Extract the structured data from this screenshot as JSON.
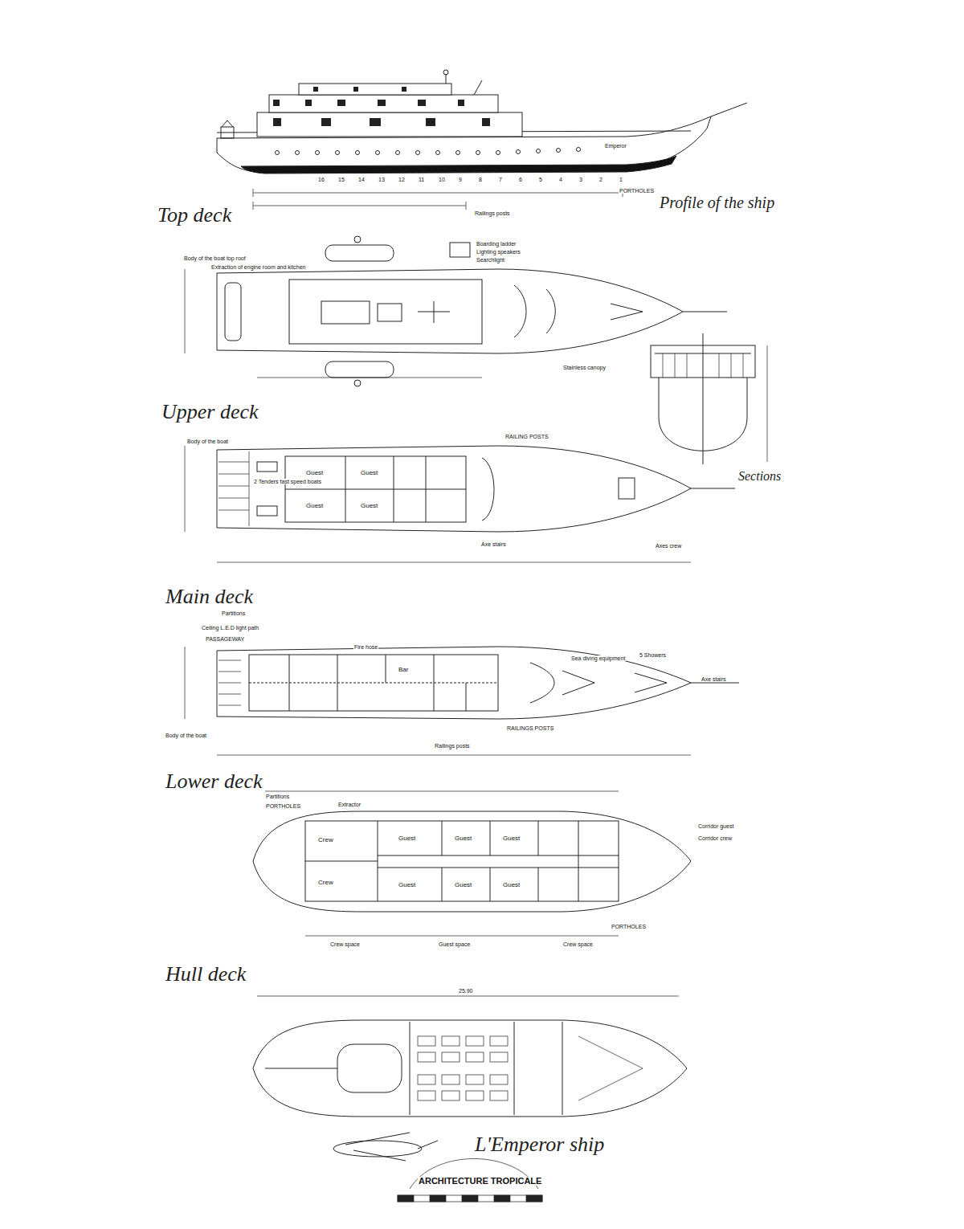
{
  "diagram": {
    "title": "L'Emperor ship",
    "labels": [
      "Profile of the ship",
      "PORTHOLES",
      "Railings posts",
      "Emperor",
      "16",
      "15",
      "14",
      "13",
      "12",
      "11",
      "10",
      "9",
      "8",
      "7",
      "6",
      "5",
      "4",
      "3",
      "2",
      "1",
      "Top deck",
      "Body of the boat top roof",
      "Extraction of engine room and kitchen",
      "Boarding ladder",
      "Lighting speakers",
      "Searchlight",
      "Stainless canopy",
      "Sections",
      "Upper deck",
      "Body of the boat",
      "2 Tenders fast speed boats",
      "RAILING POSTS",
      "Guest",
      "Guest",
      "Guest",
      "Guest",
      "Axe stairs",
      "Axes crew",
      "Main deck",
      "Partitions",
      "Ceiling L.E.D light path",
      "PASSAGEWAY",
      "Fire hose",
      "Sea diving equipment",
      "5 Showers",
      "Axe stairs",
      "Bar",
      "RAILINGS POSTS",
      "Railings posts",
      "Body of the boat",
      "Lower deck",
      "Partitions",
      "PORTHOLES",
      "Extractor",
      "Crew",
      "Crew",
      "Guest",
      "Guest",
      "Guest",
      "Guest",
      "Guest",
      "Guest",
      "Crew space",
      "Guest space",
      "Crew space",
      "PORTHOLES",
      "Corridor guest",
      "Corridor crew",
      "Hull deck",
      "25.90",
      "ARCHITECTURE TROPICALE"
    ]
  }
}
